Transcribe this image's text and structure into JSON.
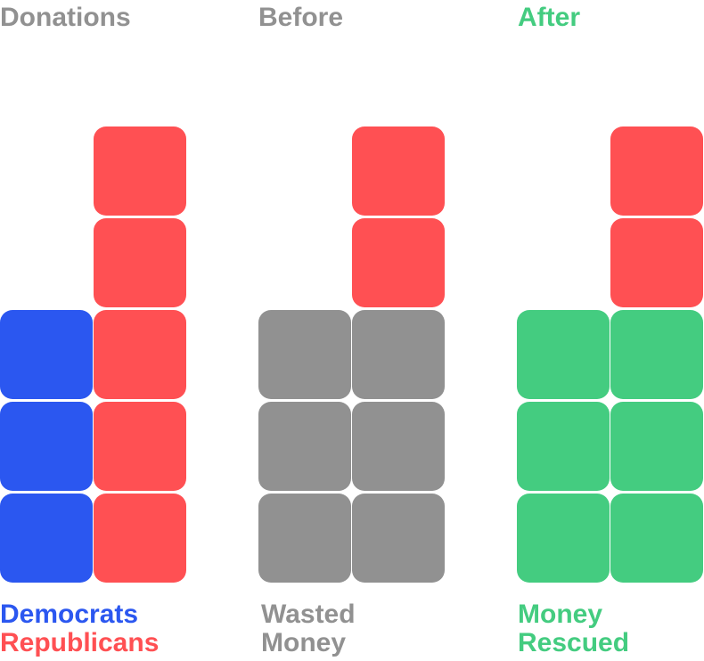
{
  "colors": {
    "democrats": "#2b57f0",
    "republicans": "#ff5053",
    "wasted": "#919191",
    "rescued": "#44cc80",
    "title_gray": "#919191"
  },
  "panels": [
    {
      "id": "donations",
      "title": "Donations",
      "title_color_key": "title_gray",
      "legend": [
        {
          "text": "Democrats",
          "color_key": "democrats"
        },
        {
          "text": "Republicans",
          "color_key": "republicans"
        }
      ],
      "columns": [
        {
          "units": 3,
          "color_key": "democrats"
        },
        {
          "units": 5,
          "color_key": "republicans"
        }
      ]
    },
    {
      "id": "before",
      "title": "Before",
      "title_color_key": "title_gray",
      "legend": [
        {
          "text": "Wasted",
          "color_key": "wasted"
        },
        {
          "text": "Money",
          "color_key": "wasted"
        }
      ],
      "columns": [
        {
          "units": 3,
          "color_key": "wasted"
        },
        {
          "units": 5,
          "segments": [
            {
              "units": 3,
              "color_key": "wasted"
            },
            {
              "units": 2,
              "color_key": "republicans"
            }
          ]
        }
      ]
    },
    {
      "id": "after",
      "title": "After",
      "title_color_key": "rescued",
      "legend": [
        {
          "text": "Money",
          "color_key": "rescued"
        },
        {
          "text": "Rescued",
          "color_key": "rescued"
        }
      ],
      "columns": [
        {
          "units": 3,
          "color_key": "rescued"
        },
        {
          "units": 5,
          "segments": [
            {
              "units": 3,
              "color_key": "rescued"
            },
            {
              "units": 2,
              "color_key": "republicans"
            }
          ]
        }
      ]
    }
  ]
}
